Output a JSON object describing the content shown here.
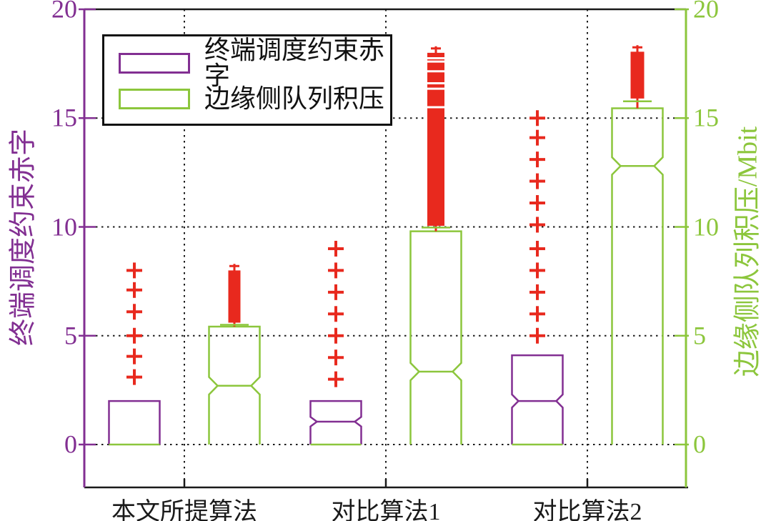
{
  "chart_data": {
    "type": "boxplot",
    "title": "",
    "grid": "dotted-black",
    "categories": [
      "本文所提算法",
      "对比算法1",
      "对比算法2"
    ],
    "left_axis": {
      "label": "终端调度约束赤字",
      "color": "#822F92",
      "ticks": [
        0,
        5,
        10,
        15,
        20
      ],
      "range": [
        0,
        20
      ]
    },
    "right_axis": {
      "label": "边缘侧队列积压/Mbit",
      "color": "#8CC63C",
      "ticks": [
        0,
        5,
        10,
        15,
        20
      ],
      "range": [
        0,
        20
      ]
    },
    "legend": {
      "position": "top-left",
      "entries": [
        {
          "label": "终端调度约束赤字",
          "color": "#822F92"
        },
        {
          "label": "边缘侧队列积压",
          "color": "#8CC63C"
        }
      ]
    },
    "outlier_color": "#E8291E",
    "series": [
      {
        "name": "终端调度约束赤字",
        "color": "#822F92",
        "side": "left",
        "boxes": [
          {
            "category": "本文所提算法",
            "q1": 0,
            "median": 0,
            "q3": 2.0,
            "notch": false,
            "outliers": [
              3.1,
              4.05,
              5.0,
              6.1,
              7.1,
              8.0
            ]
          },
          {
            "category": "对比算法1",
            "q1": 0,
            "median": 1.05,
            "q3": 2.0,
            "notch": true,
            "outliers": [
              3,
              4,
              5,
              6,
              7,
              8,
              9
            ]
          },
          {
            "category": "对比算法2",
            "q1": 0,
            "median": 2.0,
            "q3": 4.1,
            "notch": true,
            "outliers": [
              5,
              6,
              7,
              8,
              9,
              10.1,
              11.1,
              12.1,
              13.1,
              14.1,
              15
            ]
          }
        ]
      },
      {
        "name": "边缘侧队列积压",
        "color": "#8CC63C",
        "side": "right",
        "boxes": [
          {
            "category": "本文所提算法",
            "q1": 0,
            "median": 2.7,
            "q3": 5.42,
            "notch": true,
            "whisker_high": 5.5,
            "dense_outlier_bar": [
              5.6,
              8.0
            ],
            "outlier_line_top": 8.3,
            "gaps": []
          },
          {
            "category": "对比算法1",
            "q1": 0,
            "median": 3.35,
            "q3": 9.8,
            "notch": true,
            "whisker_high": 9.97,
            "dense_outlier_bar": [
              10.05,
              18.0
            ],
            "outlier_line_top": 18.3,
            "gaps": [
              15.5,
              16.35,
              16.6,
              17.15,
              17.6,
              17.75
            ]
          },
          {
            "category": "对比算法2",
            "q1": 0,
            "median": 12.8,
            "q3": 15.45,
            "notch": true,
            "whisker_high": 15.77,
            "dense_outlier_bar": [
              15.9,
              18.05
            ],
            "outlier_line_top": 18.35,
            "gaps": []
          }
        ]
      }
    ]
  }
}
